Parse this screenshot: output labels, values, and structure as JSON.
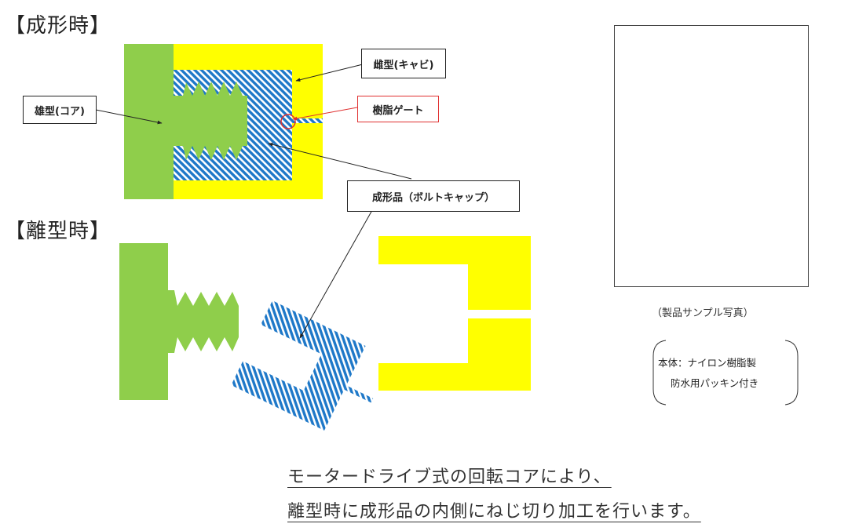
{
  "headings": {
    "molding": "【成形時】",
    "release": "【離型時】"
  },
  "labels": {
    "core": "雄型(コア)",
    "cavity": "雌型(キャビ)",
    "gate": "樹脂ゲート",
    "part": "成形品（ボルトキャップ）"
  },
  "photo_caption": "（製品サンプル写真）",
  "spec": {
    "line1": "本体：ナイロン樹脂製",
    "line2": "防水用パッキン付き"
  },
  "description": {
    "line1": "モータードライブ式の回転コアにより、",
    "line2": "離型時に成形品の内側にねじ切り加工を行います。"
  },
  "colors": {
    "core": "#8fce4b",
    "cavity": "#ffff00",
    "resin": "#1e78c8",
    "gate_highlight": "#e03030",
    "product": "#c9d3d6"
  }
}
